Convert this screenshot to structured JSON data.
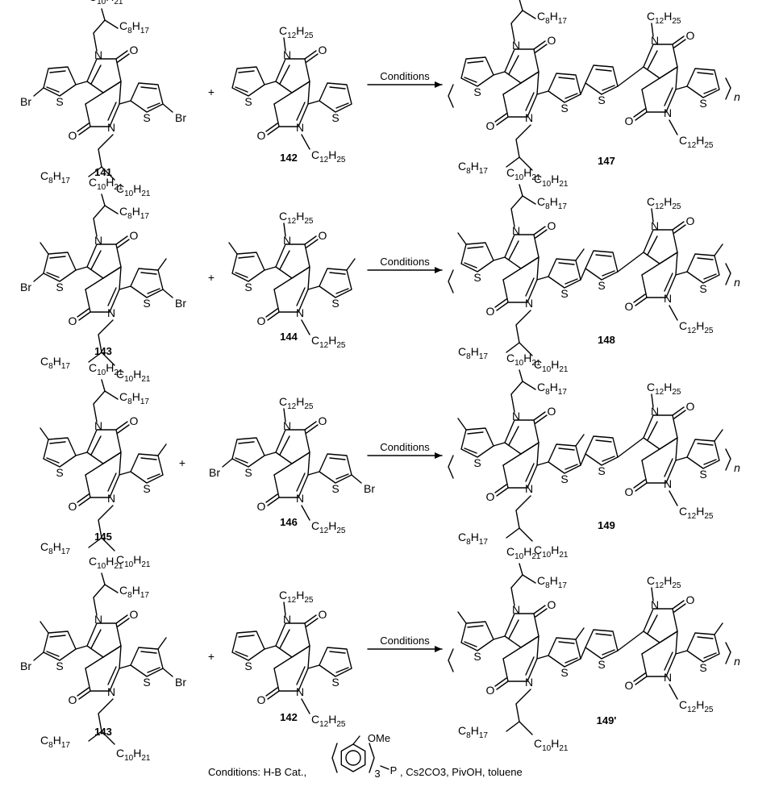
{
  "conditions_label": "Conditions",
  "footer": {
    "prefix": "Conditions:  H-B Cat.,",
    "ome": "OMe",
    "sub3": "3",
    "p": "P",
    "suffix": ",  Cs2CO3, PivOH, toluene"
  },
  "atoms": {
    "N": "N",
    "O": "O",
    "S": "S",
    "Br": "Br",
    "n": "n",
    "c10h21": "C10H21",
    "c8h17": "C8H17",
    "c12h25": "C12H25"
  },
  "rows": [
    {
      "reactant_a": {
        "label": "141",
        "methyl": false,
        "bromo": true,
        "sidechain": "branched"
      },
      "reactant_b": {
        "label": "142",
        "methyl": false,
        "bromo": false,
        "sidechain": "linear"
      },
      "product": {
        "label": "147",
        "methyl": false
      }
    },
    {
      "reactant_a": {
        "label": "143",
        "methyl": true,
        "bromo": true,
        "sidechain": "branched"
      },
      "reactant_b": {
        "label": "144",
        "methyl": true,
        "bromo": false,
        "sidechain": "linear"
      },
      "product": {
        "label": "148",
        "methyl": true
      }
    },
    {
      "reactant_a": {
        "label": "145",
        "methyl": true,
        "bromo": false,
        "sidechain": "branched"
      },
      "reactant_b": {
        "label": "146",
        "methyl": false,
        "bromo": true,
        "sidechain": "linear"
      },
      "product": {
        "label": "149",
        "methyl": true
      }
    },
    {
      "reactant_a": {
        "label": "143",
        "methyl": true,
        "bromo": true,
        "sidechain": "branched"
      },
      "reactant_b": {
        "label": "142",
        "methyl": false,
        "bromo": false,
        "sidechain": "linear"
      },
      "product": {
        "label": "149'",
        "methyl": true
      }
    }
  ],
  "plus": "+"
}
